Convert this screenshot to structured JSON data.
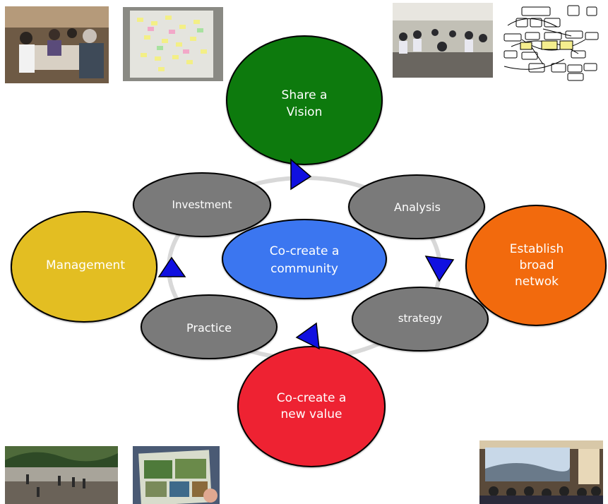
{
  "center": {
    "lines": [
      "Co-create a",
      "community"
    ]
  },
  "cycle_nodes": [
    {
      "id": "investment",
      "label": "Investment"
    },
    {
      "id": "analysis",
      "label": "Analysis"
    },
    {
      "id": "strategy",
      "label": "strategy"
    },
    {
      "id": "practice",
      "label": "Practice"
    }
  ],
  "outer_nodes": [
    {
      "id": "share-vision",
      "lines": [
        "Share a",
        "Vision"
      ],
      "color": "#0a7a10"
    },
    {
      "id": "establish-network",
      "lines": [
        "Establish",
        "broad",
        "netwok"
      ],
      "color": "#f26a0a"
    },
    {
      "id": "new-value",
      "lines": [
        "Co-create a",
        "new value"
      ],
      "color": "#ee2233"
    },
    {
      "id": "management",
      "lines": [
        "Management"
      ],
      "color": "#e3be20"
    }
  ],
  "colors": {
    "cycle_node": "#7a7a7a",
    "center": "#3a76f0",
    "arrow": "#1010e0",
    "ring": "#d8d8d8"
  },
  "photos": [
    {
      "id": "workshop-table",
      "icon": "photo-workshop-table"
    },
    {
      "id": "sticky-notes-board",
      "icon": "photo-sticky-notes"
    },
    {
      "id": "meeting-circle",
      "icon": "photo-meeting-circle"
    },
    {
      "id": "network-chart",
      "icon": "photo-network-chart"
    },
    {
      "id": "field-work",
      "icon": "photo-field-work"
    },
    {
      "id": "brochure",
      "icon": "photo-brochure"
    },
    {
      "id": "presentation-hall",
      "icon": "photo-presentation-hall"
    }
  ]
}
